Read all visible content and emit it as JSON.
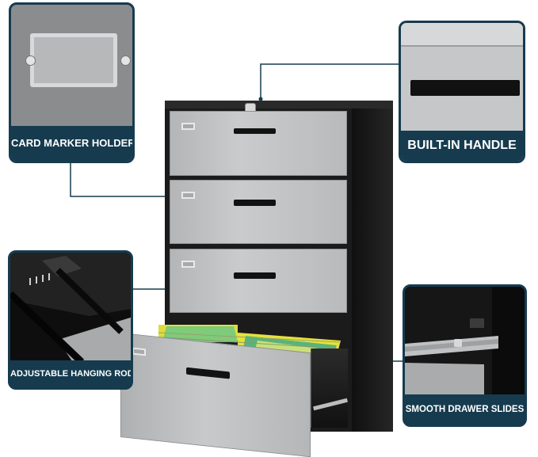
{
  "callouts": {
    "card_marker_holder": "CARD MARKER HOLDER",
    "built_in_handle": "BUILT-IN HANDLE",
    "adjustable_hanging_rod": "ADJUSTABLE HANGING ROD",
    "smooth_drawer_slides": "SMOOTH DRAWER SLIDES"
  },
  "colors": {
    "panel_border": "#163b4f",
    "cabinet_frame": "#1b1b1b",
    "drawer_face": "#c2c4c6",
    "folder_yellow": "#e9e53a",
    "folder_green": "#4cae72"
  }
}
